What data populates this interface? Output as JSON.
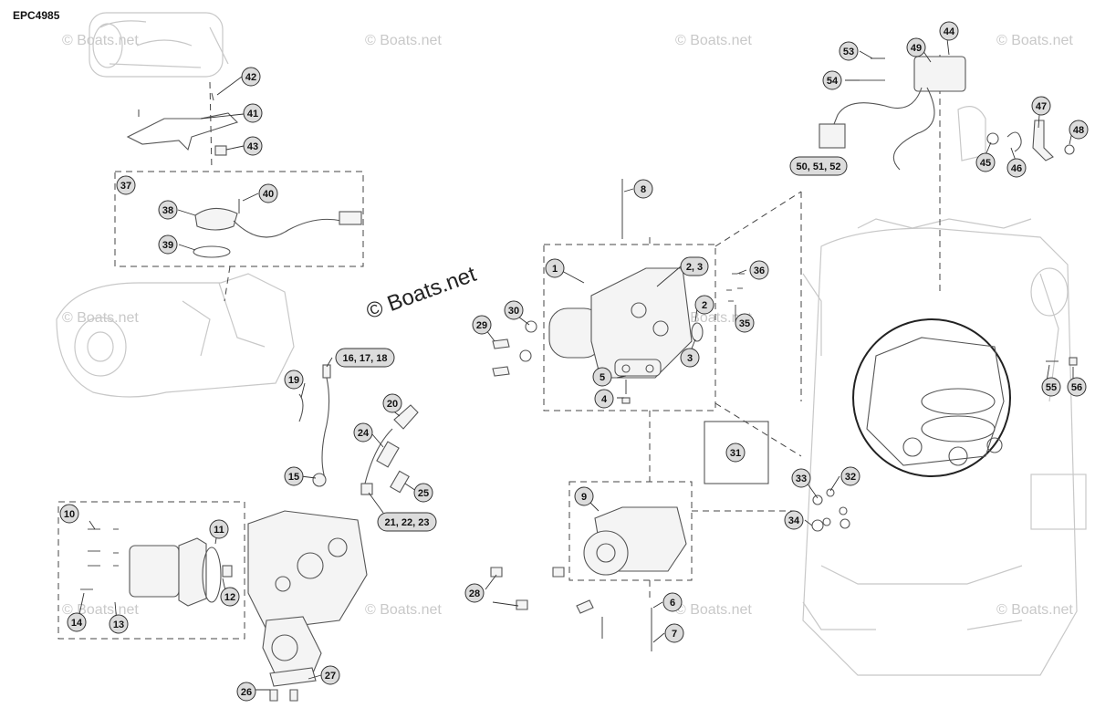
{
  "diagram_code": "EPC4985",
  "watermark": "© Boats.net",
  "callouts": {
    "c1": "1",
    "c2a": "2",
    "c23": "2, 3",
    "c3": "3",
    "c4": "4",
    "c5": "5",
    "c6": "6",
    "c7": "7",
    "c8": "8",
    "c9": "9",
    "c10": "10",
    "c11": "11",
    "c12": "12",
    "c13": "13",
    "c14": "14",
    "c15": "15",
    "c161718": "16, 17, 18",
    "c19": "19",
    "c20": "20",
    "c212223": "21, 22, 23",
    "c24": "24",
    "c25": "25",
    "c26": "26",
    "c27": "27",
    "c28": "28",
    "c29": "29",
    "c30": "30",
    "c31": "31",
    "c32": "32",
    "c33": "33",
    "c34": "34",
    "c35": "35",
    "c36": "36",
    "c37": "37",
    "c38": "38",
    "c39": "39",
    "c40": "40",
    "c41": "41",
    "c42": "42",
    "c43": "43",
    "c44": "44",
    "c45": "45",
    "c46": "46",
    "c47": "47",
    "c48": "48",
    "c49": "49",
    "c505152": "50, 51, 52",
    "c53": "53",
    "c54": "54",
    "c55": "55",
    "c56": "56"
  }
}
